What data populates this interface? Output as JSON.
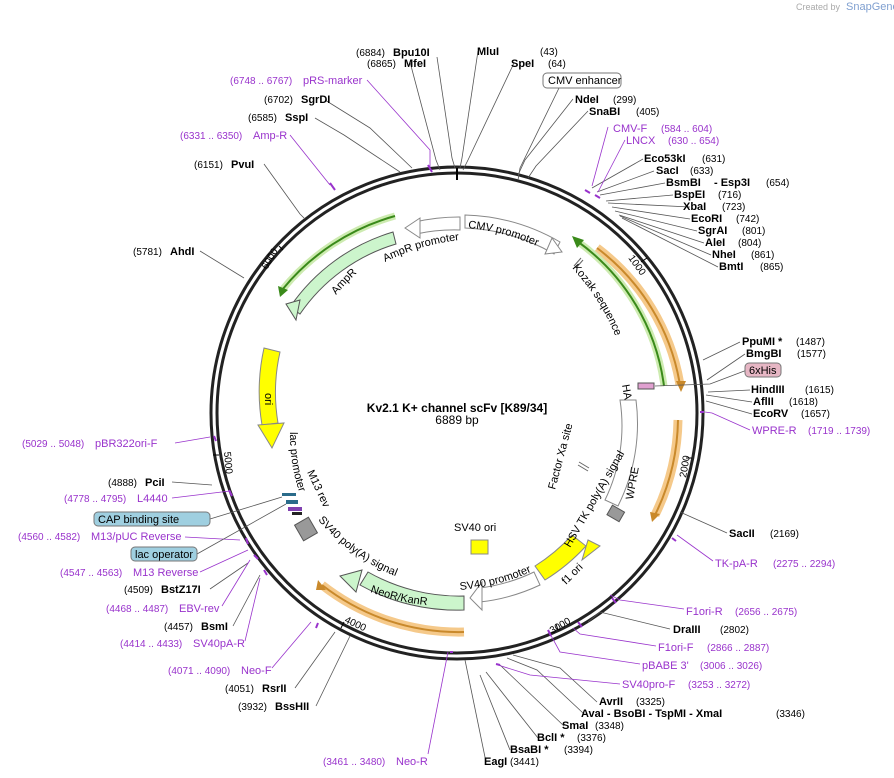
{
  "credit": {
    "prefix": "Created by",
    "brand": "SnapGene"
  },
  "map": {
    "title": "Kv2.1 K+ channel scFv [K89/34]",
    "length": "6889 bp"
  },
  "ticks": [
    "1000",
    "2000",
    "3000",
    "4000",
    "5000",
    "6000"
  ],
  "enzymes": [
    {
      "name": "Bpu10I",
      "pos": "(6884)"
    },
    {
      "name": "MfeI",
      "pos": "(6865)"
    },
    {
      "name": "SgrDI",
      "pos": "(6702)"
    },
    {
      "name": "SspI",
      "pos": "(6585)"
    },
    {
      "name": "PvuI",
      "pos": "(6151)"
    },
    {
      "name": "AhdI",
      "pos": "(5781)"
    },
    {
      "name": "PciI",
      "pos": "(4888)"
    },
    {
      "name": "BstZ17I",
      "pos": "(4509)"
    },
    {
      "name": "BsmI",
      "pos": "(4457)"
    },
    {
      "name": "RsrII",
      "pos": "(4051)"
    },
    {
      "name": "BssHII",
      "pos": "(3932)"
    },
    {
      "name": "MluI",
      "pos": "(43)"
    },
    {
      "name": "SpeI",
      "pos": "(64)"
    },
    {
      "name": "NdeI",
      "pos": "(299)"
    },
    {
      "name": "SnaBI",
      "pos": "(405)"
    },
    {
      "name": "Eco53kI",
      "pos": "(631)"
    },
    {
      "name": "SacI",
      "pos": "(633)"
    },
    {
      "name": "BsmBI",
      "pos": ""
    },
    {
      "name": "- Esp3I",
      "pos": "(654)"
    },
    {
      "name": "BspEI",
      "pos": "(716)"
    },
    {
      "name": "XbaI",
      "pos": "(723)"
    },
    {
      "name": "EcoRI",
      "pos": "(742)"
    },
    {
      "name": "SgrAI",
      "pos": "(801)"
    },
    {
      "name": "AleI",
      "pos": "(804)"
    },
    {
      "name": "NheI",
      "pos": "(861)"
    },
    {
      "name": "BmtI",
      "pos": "(865)"
    },
    {
      "name": "PpuMI *",
      "pos": "(1487)"
    },
    {
      "name": "BmgBI",
      "pos": "(1577)"
    },
    {
      "name": "HindIII",
      "pos": "(1615)"
    },
    {
      "name": "AflII",
      "pos": "(1618)"
    },
    {
      "name": "EcoRV",
      "pos": "(1657)"
    },
    {
      "name": "SacII",
      "pos": "(2169)"
    },
    {
      "name": "DraIII",
      "pos": "(2802)"
    },
    {
      "name": "AvrII",
      "pos": "(3325)"
    },
    {
      "name": "AvaI - BsoBI - TspMI - XmaI",
      "pos": "(3346)"
    },
    {
      "name": "SmaI",
      "pos": "(3348)"
    },
    {
      "name": "BclI *",
      "pos": "(3376)"
    },
    {
      "name": "BsaBI *",
      "pos": "(3394)"
    },
    {
      "name": "EagI",
      "pos": "(3441)"
    }
  ],
  "primers": [
    {
      "range": "(6748 .. 6767)",
      "name": "pRS-marker"
    },
    {
      "range": "(6331 .. 6350)",
      "name": "Amp-R"
    },
    {
      "range": "(5029 .. 5048)",
      "name": "pBR322ori-F"
    },
    {
      "range": "(4778 .. 4795)",
      "name": "L4440"
    },
    {
      "range": "(4560 .. 4582)",
      "name": "M13/pUC Reverse"
    },
    {
      "range": "(4547 .. 4563)",
      "name": "M13 Reverse"
    },
    {
      "range": "(4468 .. 4487)",
      "name": "EBV-rev"
    },
    {
      "range": "(4414 .. 4433)",
      "name": "SV40pA-R"
    },
    {
      "range": "(4071 .. 4090)",
      "name": "Neo-F"
    },
    {
      "range": "(3461 .. 3480)",
      "name": "Neo-R"
    },
    {
      "name": "CMV-F",
      "range": "(584 .. 604)"
    },
    {
      "name": "LNCX",
      "range": "(630 .. 654)"
    },
    {
      "name": "WPRE-R",
      "range": "(1719 .. 1739)"
    },
    {
      "name": "TK-pA-R",
      "range": "(2275 .. 2294)"
    },
    {
      "name": "F1ori-R",
      "range": "(2656 .. 2675)"
    },
    {
      "name": "F1ori-F",
      "range": "(2866 .. 2887)"
    },
    {
      "name": "pBABE 3'",
      "range": "(3006 .. 3026)"
    },
    {
      "name": "SV40pro-F",
      "range": "(3253 .. 3272)"
    }
  ],
  "boxed": {
    "cmv_enhancer": "CMV enhancer",
    "his": "6xHis",
    "cap": "CAP binding site",
    "lac_op": "lac operator"
  },
  "features": {
    "cmv_promoter": "CMV promoter",
    "kozak": "Kozak sequence",
    "ha": "HA",
    "wpre": "WPRE",
    "factor_xa": "Factor Xa site",
    "hsv_tk": "HSV TK poly(A) signal",
    "f1_ori": "f1 ori",
    "sv40_promoter": "SV40 promoter",
    "sv40_ori": "SV40 ori",
    "neo": "NeoR/KanR",
    "sv40_polya": "SV40 poly(A) signal",
    "m13_rev": "M13 rev",
    "lac_promoter": "lac promoter",
    "ori": "ori",
    "ampr": "AmpR",
    "ampr_promoter": "AmpR promoter"
  }
}
